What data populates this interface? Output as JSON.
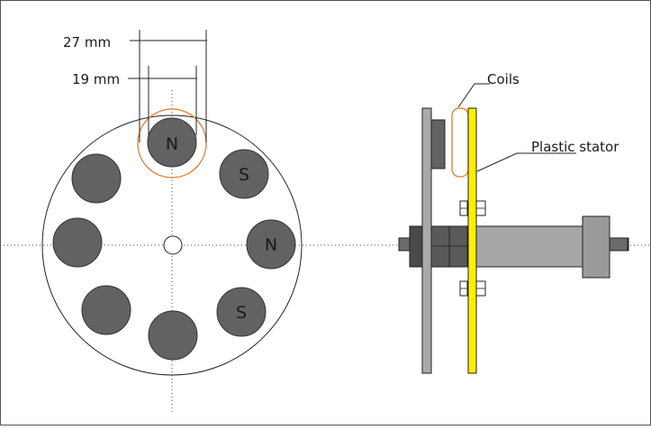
{
  "dimensions": {
    "outer_width": "27 mm",
    "inner_width": "19 mm"
  },
  "magnets": [
    {
      "label": "N"
    },
    {
      "label": "S"
    },
    {
      "label": "N"
    },
    {
      "label": "S"
    },
    {
      "label": ""
    },
    {
      "label": ""
    },
    {
      "label": ""
    },
    {
      "label": ""
    }
  ],
  "callouts": {
    "coils": "Coils",
    "stator": "Plastic stator"
  },
  "colors": {
    "magnet": "#626262",
    "rotor": "#a9a9a9",
    "stator": "#ffee00",
    "coil": "#e07a2e",
    "shaft": "#a6a6a6",
    "hub": "#5a5a5a"
  }
}
